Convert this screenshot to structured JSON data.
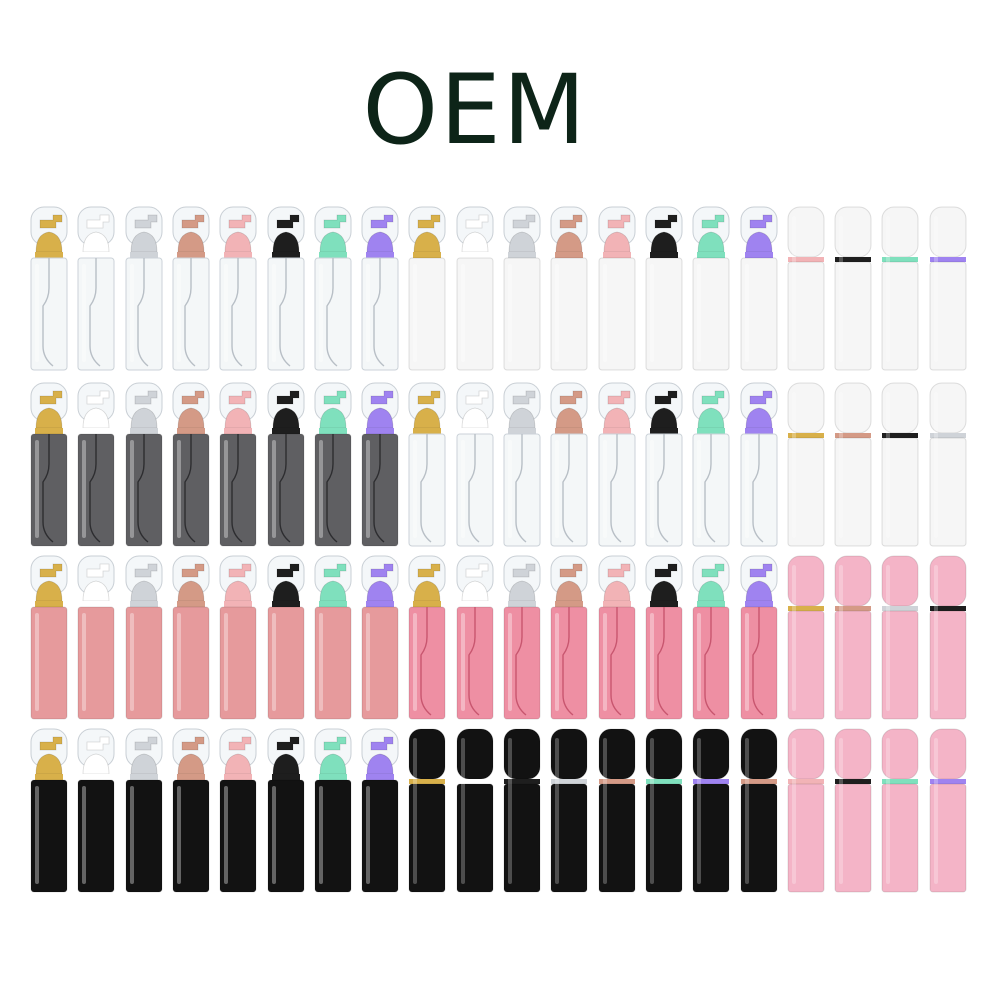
{
  "title": "OEM",
  "colors": {
    "gold": "#d8b04a",
    "white": "#ffffff",
    "silver": "#cfd3d8",
    "rosegold": "#d49a86",
    "pink": "#f2b3b6",
    "black": "#1e1e1e",
    "mint": "#7fe0bd",
    "purple": "#9f83f0",
    "smoke": "#5f5f62",
    "blush": "#e69a9c",
    "transPink": "#ee8fa3",
    "babyPink": "#f4b4c7",
    "bodyWhite": "#f6f6f6",
    "bodyBlack": "#121212"
  },
  "rows": [
    {
      "name": "row-1",
      "bottles": [
        {
          "style": "pump",
          "body": "clear",
          "head": "gold"
        },
        {
          "style": "pump",
          "body": "clear",
          "head": "white"
        },
        {
          "style": "pump",
          "body": "clear",
          "head": "silver"
        },
        {
          "style": "pump",
          "body": "clear",
          "head": "rosegold"
        },
        {
          "style": "pump",
          "body": "clear",
          "head": "pink"
        },
        {
          "style": "pump",
          "body": "clear",
          "head": "black"
        },
        {
          "style": "pump",
          "body": "clear",
          "head": "mint"
        },
        {
          "style": "pump",
          "body": "clear",
          "head": "purple"
        },
        {
          "style": "pump",
          "body": "bodyWhite",
          "head": "gold"
        },
        {
          "style": "pump",
          "body": "bodyWhite",
          "head": "white"
        },
        {
          "style": "pump",
          "body": "bodyWhite",
          "head": "silver"
        },
        {
          "style": "pump",
          "body": "bodyWhite",
          "head": "rosegold"
        },
        {
          "style": "pump",
          "body": "bodyWhite",
          "head": "pink"
        },
        {
          "style": "pump",
          "body": "bodyWhite",
          "head": "black"
        },
        {
          "style": "pump",
          "body": "bodyWhite",
          "head": "mint"
        },
        {
          "style": "pump",
          "body": "bodyWhite",
          "head": "purple"
        },
        {
          "style": "capped",
          "body": "bodyWhite",
          "band": "pink"
        },
        {
          "style": "capped",
          "body": "bodyWhite",
          "band": "black"
        },
        {
          "style": "capped",
          "body": "bodyWhite",
          "band": "mint"
        },
        {
          "style": "capped",
          "body": "bodyWhite",
          "band": "purple"
        }
      ]
    },
    {
      "name": "row-2",
      "bottles": [
        {
          "style": "pump",
          "body": "smoke",
          "head": "gold"
        },
        {
          "style": "pump",
          "body": "smoke",
          "head": "white"
        },
        {
          "style": "pump",
          "body": "smoke",
          "head": "silver"
        },
        {
          "style": "pump",
          "body": "smoke",
          "head": "rosegold"
        },
        {
          "style": "pump",
          "body": "smoke",
          "head": "pink"
        },
        {
          "style": "pump",
          "body": "smoke",
          "head": "black"
        },
        {
          "style": "pump",
          "body": "smoke",
          "head": "mint"
        },
        {
          "style": "pump",
          "body": "smoke",
          "head": "purple"
        },
        {
          "style": "pump",
          "body": "clear",
          "head": "gold"
        },
        {
          "style": "pump",
          "body": "clear",
          "head": "white"
        },
        {
          "style": "pump",
          "body": "clear",
          "head": "silver"
        },
        {
          "style": "pump",
          "body": "clear",
          "head": "rosegold"
        },
        {
          "style": "pump",
          "body": "clear",
          "head": "pink"
        },
        {
          "style": "pump",
          "body": "clear",
          "head": "black"
        },
        {
          "style": "pump",
          "body": "clear",
          "head": "mint"
        },
        {
          "style": "pump",
          "body": "clear",
          "head": "purple"
        },
        {
          "style": "capped",
          "body": "bodyWhite",
          "band": "gold"
        },
        {
          "style": "capped",
          "body": "bodyWhite",
          "band": "rosegold"
        },
        {
          "style": "capped",
          "body": "bodyWhite",
          "band": "black"
        },
        {
          "style": "capped",
          "body": "bodyWhite",
          "band": "silver"
        }
      ]
    },
    {
      "name": "row-3",
      "bottles": [
        {
          "style": "pump",
          "body": "blush",
          "head": "gold"
        },
        {
          "style": "pump",
          "body": "blush",
          "head": "white"
        },
        {
          "style": "pump",
          "body": "blush",
          "head": "silver"
        },
        {
          "style": "pump",
          "body": "blush",
          "head": "rosegold"
        },
        {
          "style": "pump",
          "body": "blush",
          "head": "pink"
        },
        {
          "style": "pump",
          "body": "blush",
          "head": "black"
        },
        {
          "style": "pump",
          "body": "blush",
          "head": "mint"
        },
        {
          "style": "pump",
          "body": "blush",
          "head": "purple"
        },
        {
          "style": "pump",
          "body": "transPink",
          "head": "gold"
        },
        {
          "style": "pump",
          "body": "transPink",
          "head": "white"
        },
        {
          "style": "pump",
          "body": "transPink",
          "head": "silver"
        },
        {
          "style": "pump",
          "body": "transPink",
          "head": "rosegold"
        },
        {
          "style": "pump",
          "body": "transPink",
          "head": "pink"
        },
        {
          "style": "pump",
          "body": "transPink",
          "head": "black"
        },
        {
          "style": "pump",
          "body": "transPink",
          "head": "mint"
        },
        {
          "style": "pump",
          "body": "transPink",
          "head": "purple"
        },
        {
          "style": "capped",
          "body": "babyPink",
          "band": "gold"
        },
        {
          "style": "capped",
          "body": "babyPink",
          "band": "rosegold"
        },
        {
          "style": "capped",
          "body": "babyPink",
          "band": "silver"
        },
        {
          "style": "capped",
          "body": "babyPink",
          "band": "black"
        }
      ]
    },
    {
      "name": "row-4",
      "bottles": [
        {
          "style": "pump",
          "body": "bodyBlack",
          "head": "gold"
        },
        {
          "style": "pump",
          "body": "bodyBlack",
          "head": "white"
        },
        {
          "style": "pump",
          "body": "bodyBlack",
          "head": "silver"
        },
        {
          "style": "pump",
          "body": "bodyBlack",
          "head": "rosegold"
        },
        {
          "style": "pump",
          "body": "bodyBlack",
          "head": "pink"
        },
        {
          "style": "pump",
          "body": "bodyBlack",
          "head": "black"
        },
        {
          "style": "pump",
          "body": "bodyBlack",
          "head": "mint"
        },
        {
          "style": "pump",
          "body": "bodyBlack",
          "head": "purple"
        },
        {
          "style": "capped",
          "body": "bodyBlack",
          "band": "gold"
        },
        {
          "style": "capped",
          "body": "bodyBlack",
          "band": "white"
        },
        {
          "style": "capped",
          "body": "bodyBlack",
          "band": "black"
        },
        {
          "style": "capped",
          "body": "bodyBlack",
          "band": "silver"
        },
        {
          "style": "capped",
          "body": "bodyBlack",
          "band": "rosegold"
        },
        {
          "style": "capped",
          "body": "bodyBlack",
          "band": "mint"
        },
        {
          "style": "capped",
          "body": "bodyBlack",
          "band": "purple"
        },
        {
          "style": "capped",
          "body": "bodyBlack",
          "band": "rosegold"
        },
        {
          "style": "capped",
          "body": "babyPink",
          "band": "pink"
        },
        {
          "style": "capped",
          "body": "babyPink",
          "band": "black"
        },
        {
          "style": "capped",
          "body": "babyPink",
          "band": "mint"
        },
        {
          "style": "capped",
          "body": "babyPink",
          "band": "purple"
        }
      ]
    }
  ]
}
